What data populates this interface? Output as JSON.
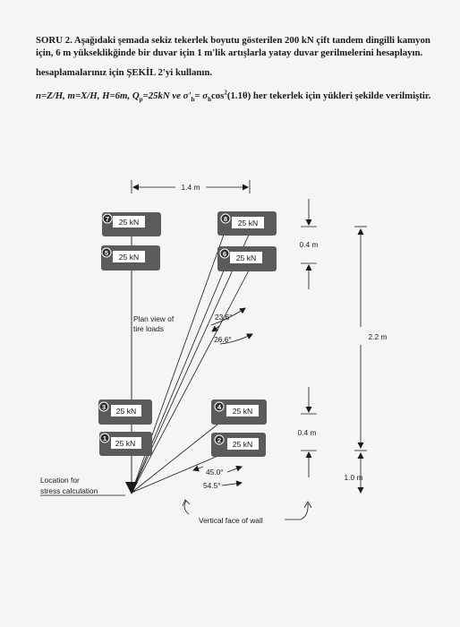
{
  "problem": {
    "line1": "SORU 2. Aşağıdaki şemada sekiz tekerlek boyutu gösterilen 200 kN çift tandem dingilli kamyon için, 6 m yükseklikğinde bir duvar için 1 m'lik artışlarla yatay duvar gerilmelerini hesaplayın.",
    "line2": "hesaplamalarınız için ŞEKİL 2'yi kullanın.",
    "formula_a": "n=Z/H, m=X/H, H=6m, Q",
    "formula_p": "p",
    "formula_b": "=25kN ve σ'",
    "formula_h": "h",
    "formula_c": "= σ",
    "formula_h2": "h",
    "formula_d": "cos",
    "formula_sq": "2",
    "formula_e": "(1.1θ) her tekerlek için yükleri şekilde verilmiştir."
  },
  "figure": {
    "tires": [
      {
        "number": "7",
        "load": "25 kN"
      },
      {
        "number": "8",
        "load": "25 kN"
      },
      {
        "number": "5",
        "load": "25 kN"
      },
      {
        "number": "6",
        "load": "25 kN"
      },
      {
        "number": "3",
        "load": "25 kN"
      },
      {
        "number": "4",
        "load": "25 kN"
      },
      {
        "number": "1",
        "load": "25 kN"
      },
      {
        "number": "2",
        "load": "25 kN"
      }
    ],
    "dim_top": "1.4 m",
    "dim_upper_spacing": "0.4 m",
    "dim_lower_spacing": "0.4 m",
    "dim_height": "2.2 m",
    "dim_offset": "1.0 m",
    "plan_view_line1": "Plan view of",
    "plan_view_line2": "tire loads",
    "angle_upper_1": "23.6°",
    "angle_upper_2": "26.6°",
    "angle_lower_1": "45.0°",
    "angle_lower_2": "54.5°",
    "location_line1": "Location for",
    "location_line2": "stress calculation",
    "wall_label": "Vertical face of wall"
  }
}
